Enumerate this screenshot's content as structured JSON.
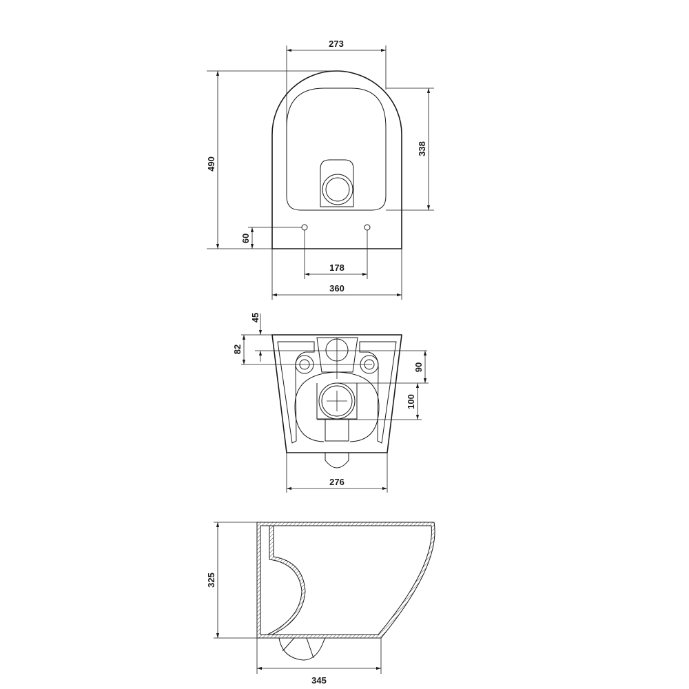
{
  "top_view": {
    "dims": {
      "width_inner": "273",
      "length": "490",
      "seat_length": "338",
      "hole_offset": "60",
      "hole_spacing": "178",
      "width": "360"
    }
  },
  "back_view": {
    "dims": {
      "top_offset": "45",
      "hole_height": "82",
      "outlet_offset": "90",
      "outlet_height": "100",
      "width": "276"
    }
  },
  "side_view": {
    "dims": {
      "height": "325",
      "depth": "345"
    }
  }
}
